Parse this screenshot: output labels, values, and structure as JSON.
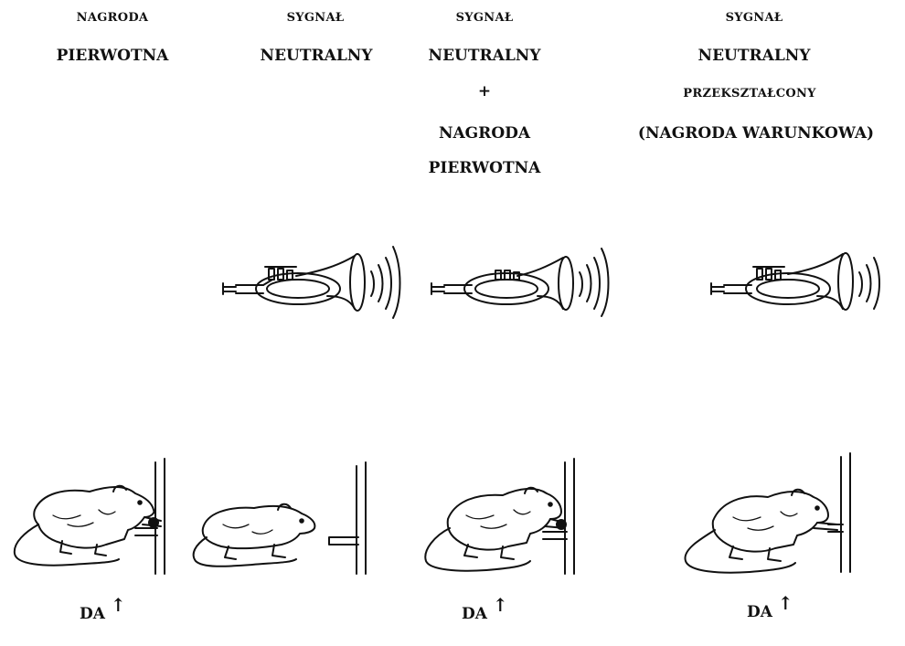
{
  "columns": [
    {
      "id": "primary",
      "lines": [
        "NAGRODA",
        "PIERWOTNA"
      ]
    },
    {
      "id": "neutral",
      "lines": [
        "SYGNAŁ",
        "NEUTRALNY"
      ]
    },
    {
      "id": "paired",
      "lines": [
        "SYGNAŁ",
        "NEUTRALNY",
        "+",
        "NAGRODA",
        "PIERWOTNA"
      ]
    },
    {
      "id": "conditioned",
      "lines": [
        "SYGNAŁ",
        "NEUTRALNY",
        "PRZEKSZTAŁCONY",
        "(NAGRODA WARUNKOWA)"
      ]
    }
  ],
  "da_label": "DA",
  "da_arrow": "↑"
}
